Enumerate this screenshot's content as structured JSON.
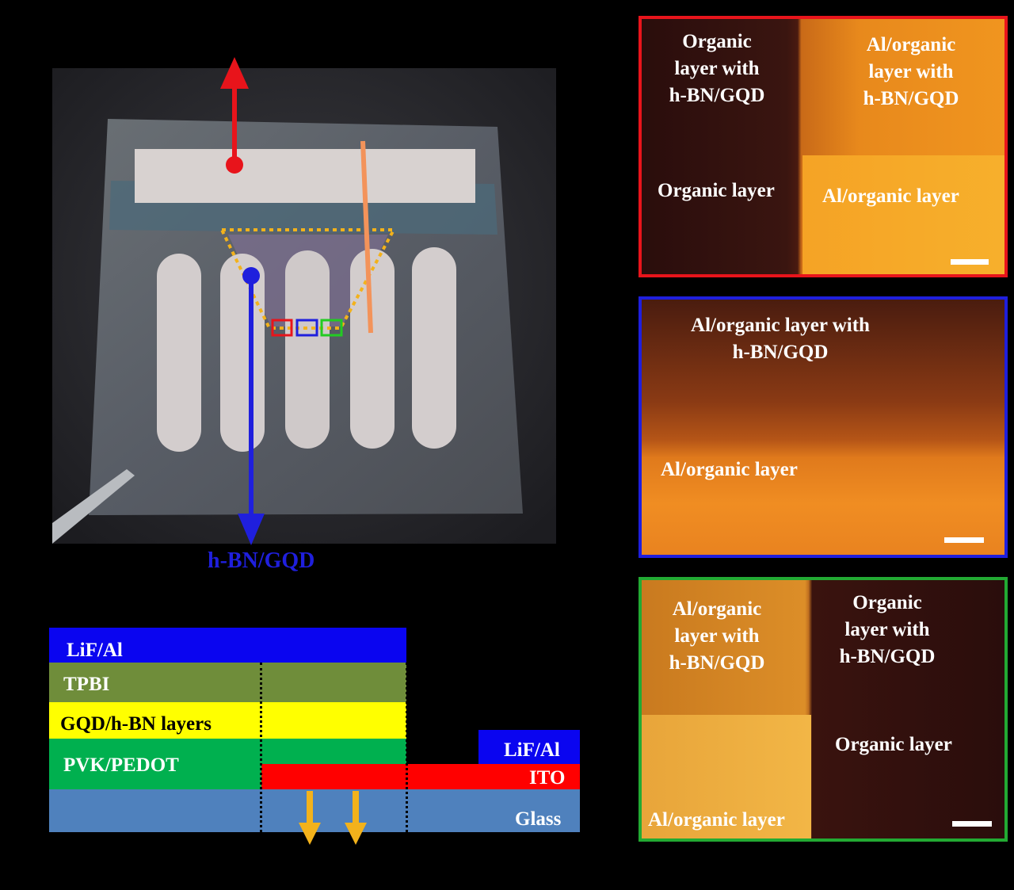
{
  "photo": {
    "arrow_label": "h-BN/GQD",
    "colors": {
      "red": "#e8141b",
      "blue": "#1f1fdd",
      "orange": "#f3935a",
      "yellow_dash": "#f3b21b",
      "green": "#22cc22"
    }
  },
  "stack": {
    "layers": {
      "lif_al": {
        "label": "LiF/Al",
        "color": "#0a05f0"
      },
      "tpbi": {
        "label": "TPBI",
        "color": "#6f8d3a"
      },
      "gqd": {
        "label": "GQD/h-BN layers",
        "color": "#ffff00"
      },
      "pvk": {
        "label": "PVK/PEDOT",
        "color": "#00b04f"
      },
      "lif_al_right": {
        "label": "LiF/Al",
        "color": "#0a05f0"
      },
      "ito": {
        "label": "ITO",
        "color": "#ff0000"
      },
      "glass": {
        "label": "Glass",
        "color": "#4f81bd"
      }
    },
    "arrow_color": "#f3b21b"
  },
  "panels": {
    "red": {
      "border": "#e8141b",
      "top_left": "Organic\nlayer with\nh-BN/GQD",
      "top_right": "Al/organic\nlayer with\nh-BN/GQD",
      "bottom_left": "Organic layer",
      "bottom_right": "Al/organic layer"
    },
    "blue": {
      "border": "#1f1fdd",
      "top": "Al/organic layer with\nh-BN/GQD",
      "bottom": "Al/organic layer"
    },
    "green": {
      "border": "#22aa33",
      "top_left": "Al/organic\nlayer with\nh-BN/GQD",
      "top_right": "Organic\nlayer with\nh-BN/GQD",
      "bottom_left": "Al/organic layer",
      "bottom_right": "Organic layer"
    }
  }
}
